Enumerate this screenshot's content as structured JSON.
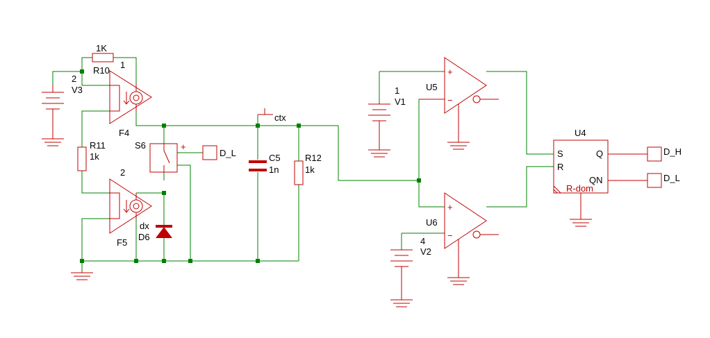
{
  "labels": {
    "r10_value": "1K",
    "r10_name": "R10",
    "f4_pin": "1",
    "v3_value": "2",
    "v3_name": "V3",
    "f4_name": "F4",
    "s6_name": "S6",
    "s6_plus": "+",
    "out_d_l_left": "D_L",
    "ctx_label": "ctx",
    "c5_name": "C5",
    "c5_value": "1n",
    "r12_name": "R12",
    "r12_value": "1k",
    "r11_name": "R11",
    "r11_value": "1k",
    "f5_pin": "2",
    "d6_model": "dx",
    "d6_name": "D6",
    "f5_name": "F5",
    "v1_value": "1",
    "v1_name": "V1",
    "u5_name": "U5",
    "u6_name": "U6",
    "v2_value": "4",
    "v2_name": "V2",
    "u4_name": "U4",
    "u4_s": "S",
    "u4_r": "R",
    "u4_q": "Q",
    "u4_qn": "QN",
    "u4_type": "R-dom",
    "out_d_h": "D_H",
    "out_d_l_right": "D_L",
    "op_plus": "+",
    "op_minus": "−"
  },
  "colors": {
    "wire": "#008000",
    "component": "#c00000",
    "text": "#000000"
  }
}
